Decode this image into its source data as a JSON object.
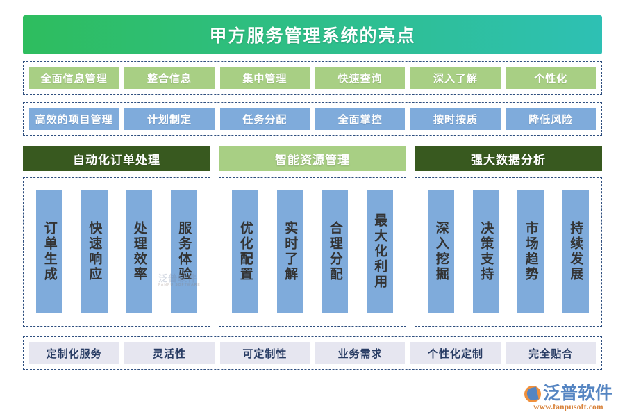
{
  "title": "甲方服务管理系统的亮点",
  "colors": {
    "title_gradient_start": "#2ebd5e",
    "title_gradient_end": "#2ec0b4",
    "tag_green": "#a8cf84",
    "tag_blue": "#7fabdb",
    "tag_pale": "#e6e6f0",
    "header_dark": "#38591f",
    "dashed_border": "#2f4f7f",
    "column_blue": "#7fabdb",
    "pale_text": "#283c64"
  },
  "row_green": {
    "tags": [
      "全面信息管理",
      "整合信息",
      "集中管理",
      "快速查询",
      "深入了解",
      "个性化"
    ]
  },
  "row_blue": {
    "tags": [
      "高效的项目管理",
      "计划制定",
      "任务分配",
      "全面掌控",
      "按时按质",
      "降低风险"
    ]
  },
  "sections": [
    {
      "header": "自动化订单处理",
      "header_style": "dark",
      "items": [
        "订单生成",
        "快速响应",
        "处理效率",
        "服务体验"
      ]
    },
    {
      "header": "智能资源管理",
      "header_style": "light",
      "items": [
        "优化配置",
        "实时了解",
        "合理分配",
        "最大化利用"
      ]
    },
    {
      "header": "强大数据分析",
      "header_style": "dark",
      "items": [
        "深入挖掘",
        "决策支持",
        "市场趋势",
        "持续发展"
      ]
    }
  ],
  "row_bottom": {
    "tags": [
      "定制化服务",
      "灵活性",
      "可定制性",
      "业务需求",
      "个性化定制",
      "完全贴合"
    ]
  },
  "watermark": {
    "text": "泛普软件",
    "sub": "FANPU SOFTWARE"
  },
  "logo": {
    "name": "泛普软件",
    "url": "www.fanpusoft.com"
  }
}
